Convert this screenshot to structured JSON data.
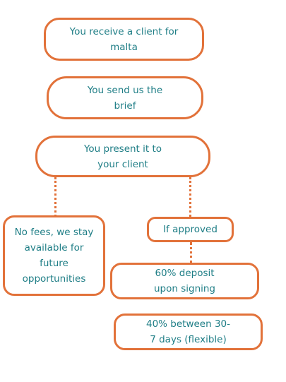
{
  "colors": {
    "border": "#e2723a",
    "text": "#1f7e86",
    "background": "#ffffff"
  },
  "nodes": {
    "receive_client": "You receive a client for\nmalta",
    "send_brief": "You send us the\nbrief",
    "present_client": "You present it to\nyour client",
    "no_fees": "No fees, we stay\navailable for\nfuture\nopportunities",
    "if_approved": "If approved",
    "deposit": "60% deposit\nupon signing",
    "balance": "40% between 30-\n7 days (flexible)"
  }
}
